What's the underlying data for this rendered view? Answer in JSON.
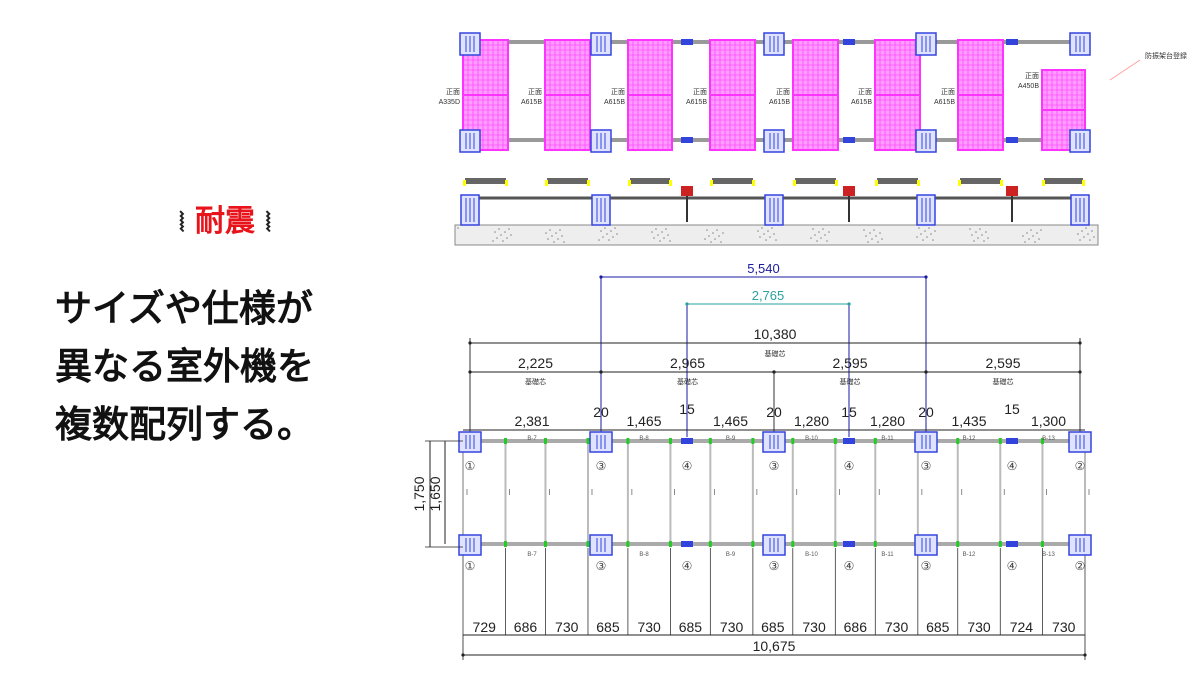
{
  "heading": {
    "zig_left": "⦚",
    "title": "耐震",
    "zig_right": "⦚"
  },
  "body_lines": [
    "サイズや仕様が",
    "異なる室外機を",
    "複数配列する。"
  ],
  "colors": {
    "accent": "#e8141c",
    "unit": "#ff33ff",
    "post": "#3344dd",
    "dim_blue": "#1a1aa0",
    "dim_teal": "#2aa0a0"
  },
  "plan_top": {
    "unit_labels": [
      {
        "face": "正面",
        "model": "A335D"
      },
      {
        "face": "正面",
        "model": "A615B"
      },
      {
        "face": "正面",
        "model": "A615B"
      },
      {
        "face": "正面",
        "model": "A615B"
      },
      {
        "face": "正面",
        "model": "A615B"
      },
      {
        "face": "正面",
        "model": "A615B"
      },
      {
        "face": "正面",
        "model": "A615B"
      },
      {
        "face": "正面",
        "model": "A450B"
      }
    ],
    "note": "防振架台登録"
  },
  "dims": {
    "span_5540": "5,540",
    "span_2765": "2,765",
    "total_top": "10,380",
    "kiso": "基礎芯",
    "kiso_spans": [
      "2,225",
      "2,965",
      "2,595",
      "2,595"
    ],
    "beam_spans": [
      "2,381",
      "1,465",
      "1,465",
      "1,280",
      "1,280",
      "1,435",
      "1,300"
    ],
    "post_offsets": [
      "20",
      "15",
      "20",
      "15",
      "20",
      "15"
    ],
    "height_outer": "1,750",
    "height_inner": "1,650",
    "bottom_spans": [
      "729",
      "686",
      "730",
      "685",
      "730",
      "685",
      "730",
      "685",
      "730",
      "686",
      "730",
      "685",
      "730",
      "724",
      "730"
    ],
    "total_bottom": "10,675"
  },
  "beams": [
    "B-7",
    "B-8",
    "B-9",
    "B-10",
    "B-11",
    "B-12",
    "B-13"
  ],
  "post_marks": [
    "①",
    "③",
    "④",
    "③",
    "④",
    "③",
    "④",
    "②"
  ]
}
